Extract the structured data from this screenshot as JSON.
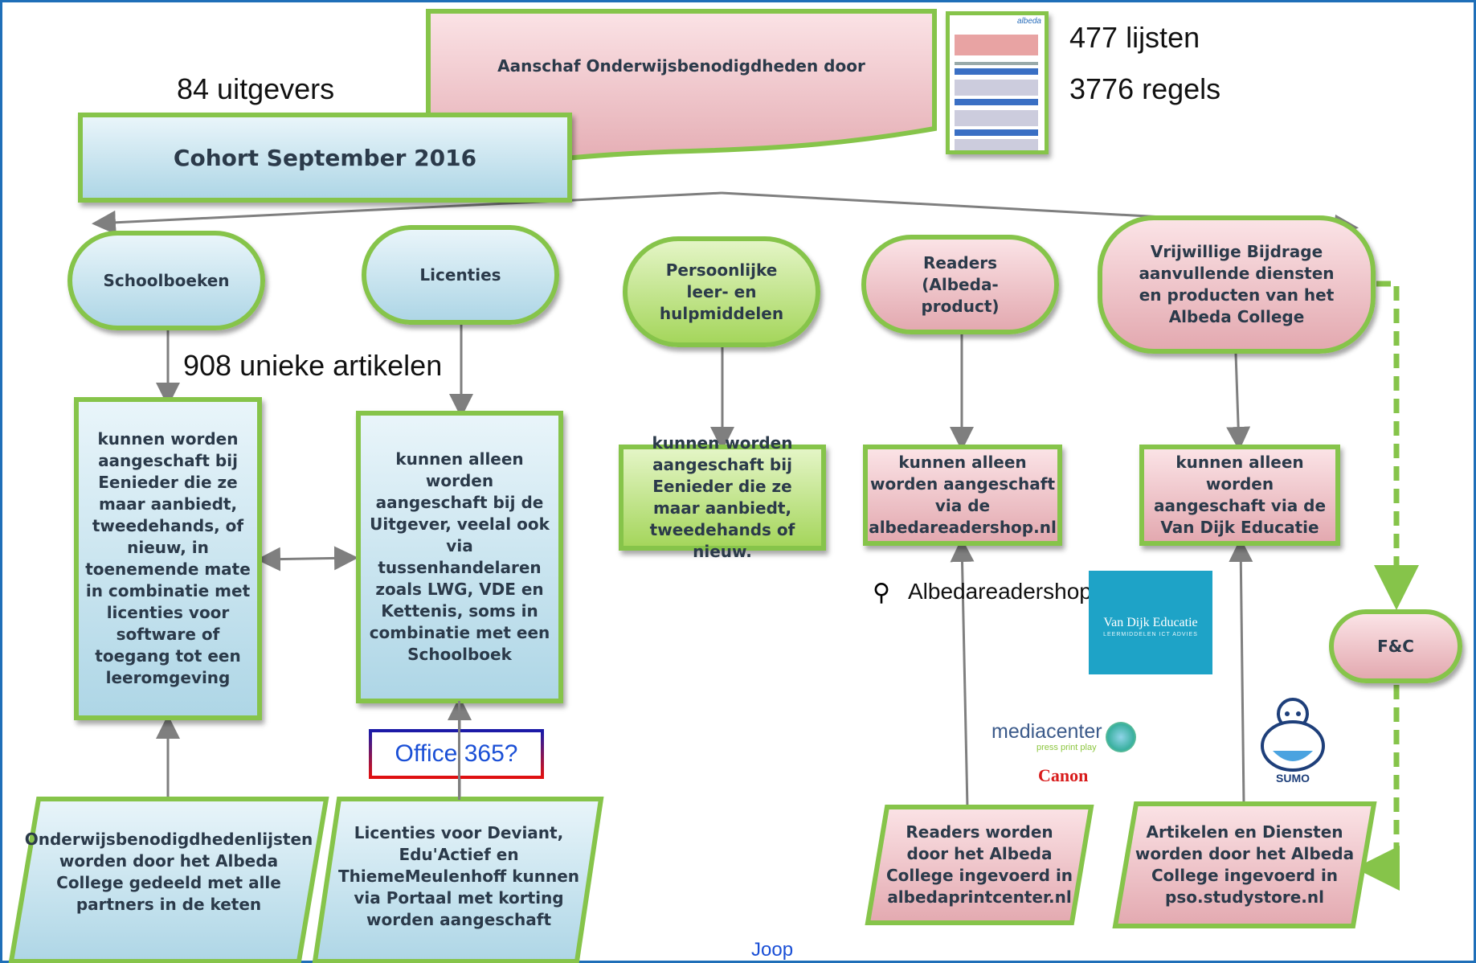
{
  "header": {
    "title_box": "Aanschaf Onderwijsbenodigdheden door",
    "cohort": "Cohort September 2016",
    "publishers": "84 uitgevers",
    "lists": "477 lijsten",
    "lines": "3776 regels",
    "unique_articles": "908 unieke artikelen"
  },
  "categories": {
    "schoolboeken": "Schoolboeken",
    "licenties": "Licenties",
    "persoonlijk": "Persoonlijke leer- en hulpmiddelen",
    "readers": "Readers (Albeda-product)",
    "vrijwillig": "Vrijwillige Bijdrage aanvullende diensten en producten van het Albeda College",
    "fc": "F&C"
  },
  "details": {
    "schoolboeken": "kunnen worden aangeschaft bij Eenieder die ze maar aanbiedt, tweedehands, of nieuw, in toenemende mate in combinatie met licenties voor software of toegang tot een leeromgeving",
    "licenties": "kunnen alleen worden aangeschaft bij de Uitgever, veelal ook via tussenhandelaren zoals LWG, VDE en Kettenis, soms in combinatie met een Schoolboek",
    "persoonlijk": "kunnen worden aangeschaft bij Eenieder die ze maar aanbiedt, tweedehands of nieuw.",
    "readers": "kunnen alleen worden aangeschaft via de albedareadershop.nl",
    "vrijwillig": "kunnen alleen worden aangeschaft via de Van Dijk Educatie"
  },
  "sources": {
    "lijsten": "Onderwijsbenodigdhedenlijsten worden door het Albeda College gedeeld met alle partners in de keten",
    "licenties": "Licenties voor Deviant, Edu'Actief en ThiemeMeulenhoff kunnen via Portaal met korting worden aangeschaft",
    "readers": "Readers worden door het Albeda College ingevoerd in albedaprintcenter.nl",
    "artikelen": "Artikelen en Diensten worden door het Albeda College  ingevoerd in pso.studystore.nl"
  },
  "office": "Office 365?",
  "logos": {
    "albedareadershop": "Albedareadershop",
    "vandijk_line1": "Van Dijk Educatie",
    "vandijk_line2": "LEERMIDDELEN  ICT  ADVIES",
    "mediacenter": "mediacenter",
    "mediacenter_sub": "press print play",
    "canon": "Canon",
    "sumo": "SUMO",
    "albeda_thumb": "albeda"
  },
  "footer": {
    "author": "Joop"
  },
  "colors": {
    "frame": "#1f6fb8",
    "node_border": "#86c44a",
    "arrow": "#7f7f7f",
    "office_border": "#1a1aa8"
  }
}
